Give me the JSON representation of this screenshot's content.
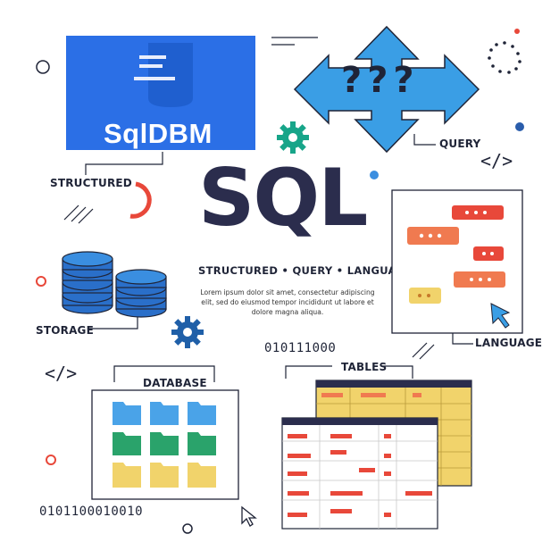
{
  "brand": {
    "name": "SqlDBM",
    "box_color": "#2b6fe6"
  },
  "title": "SQL",
  "subtitle": "STRUCTURED • QUERY • LANGUAGE",
  "description": "Lorem ipsum dolor sit amet, consectetur adipiscing elit, sed do eiusmod tempor incididunt ut labore et dolore magna aliqua.",
  "labels": {
    "structured": "STRUCTURED",
    "query": "QUERY",
    "storage": "STORAGE",
    "language": "LANGUAGE",
    "database": "DATABASE",
    "tables": "TABLES"
  },
  "query_marks": "???",
  "binary": {
    "top": "010111000",
    "bottom": "0101100010010"
  },
  "code_tags": "</>",
  "colors": {
    "navy": "#2b2d4d",
    "accent_blue": "#3a8ee0",
    "teal": "#17a589",
    "red": "#e8483a",
    "yellow": "#f1d36b",
    "green": "#2aa36b"
  },
  "icons": [
    "gear-icon",
    "cursor-icon",
    "code-icon",
    "database-stack-icon",
    "folder-icon",
    "chat-bubble-icon",
    "arrows-icon"
  ]
}
